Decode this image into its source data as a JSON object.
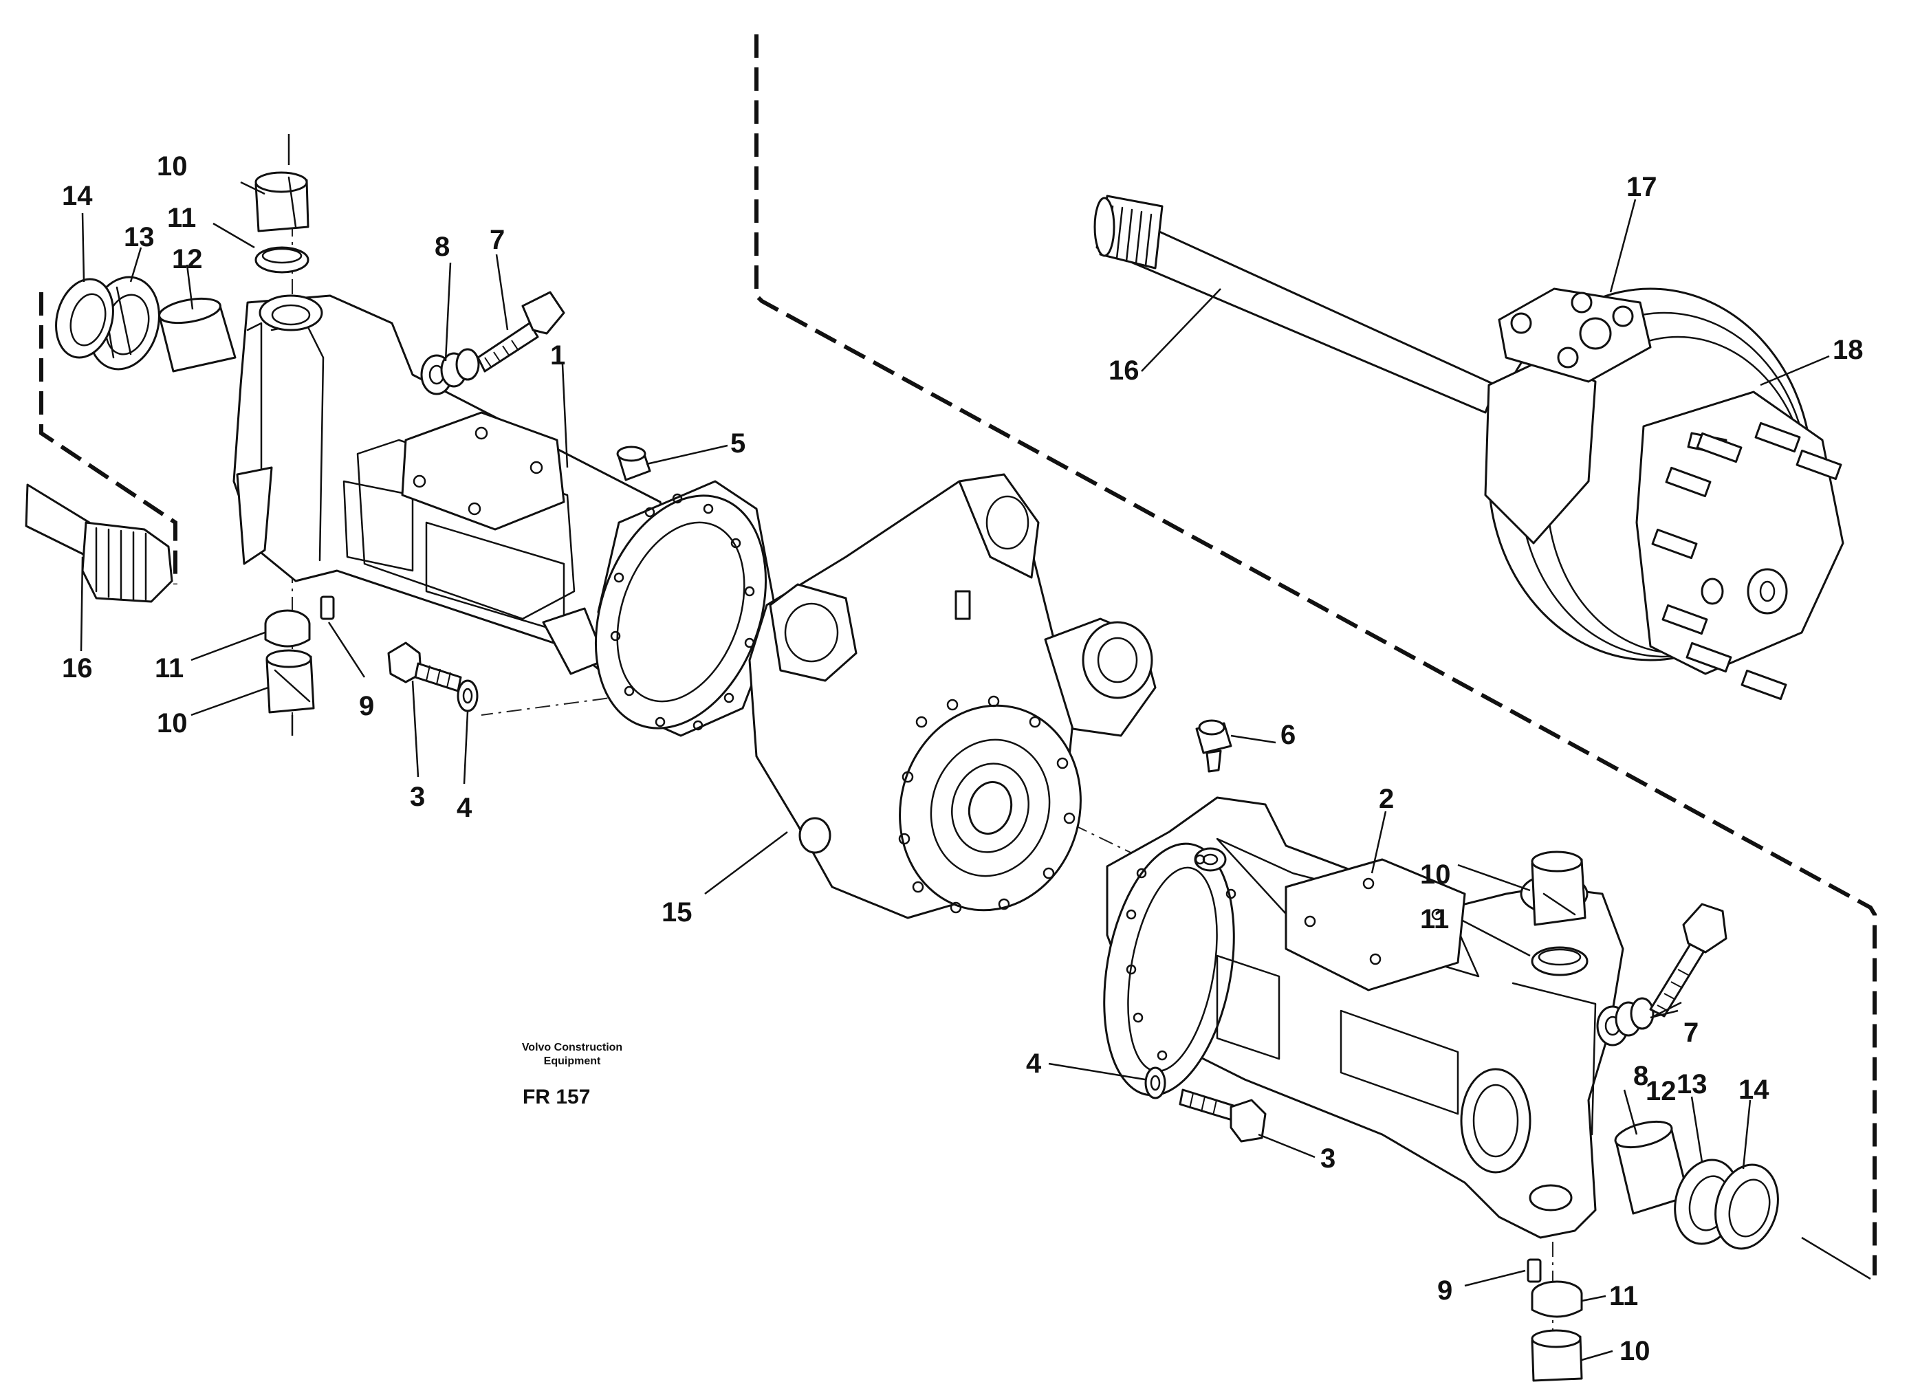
{
  "diagram": {
    "publisher_line1": "Volvo Construction",
    "publisher_line2": "Equipment",
    "figure_code": "FR 157"
  },
  "callouts": {
    "c1": "1",
    "c2": "2",
    "c3_left": "3",
    "c3_right": "3",
    "c4_left": "4",
    "c4_right": "4",
    "c5": "5",
    "c6": "6",
    "c7_left": "7",
    "c7_right": "7",
    "c8_left": "8",
    "c8_right": "8",
    "c9_left": "9",
    "c9_right": "9",
    "c10_top_left": "10",
    "c10_bottom_left": "10",
    "c10_top_right": "10",
    "c10_bottom_right": "10",
    "c11_top_left": "11",
    "c11_bottom_left": "11",
    "c11_top_right": "11",
    "c11_bottom_right": "11",
    "c12_left": "12",
    "c12_right": "12",
    "c13_left": "13",
    "c13_right": "13",
    "c14_left": "14",
    "c14_right": "14",
    "c15": "15",
    "c16_left": "16",
    "c16_top": "16",
    "c17": "17",
    "c18": "18"
  }
}
